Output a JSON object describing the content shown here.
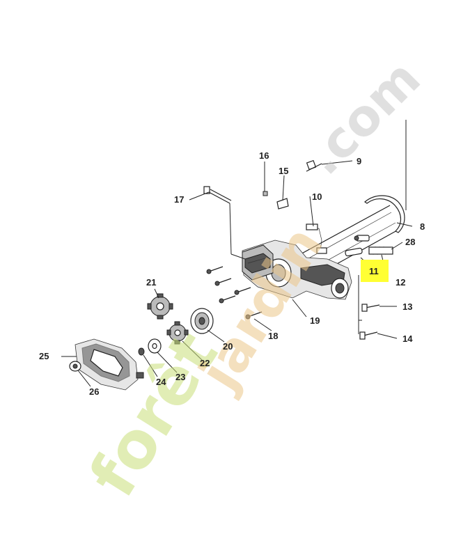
{
  "diagram": {
    "callouts": [
      {
        "id": "8",
        "label": "8",
        "highlight": false
      },
      {
        "id": "9",
        "label": "9",
        "highlight": false
      },
      {
        "id": "10",
        "label": "10",
        "highlight": false
      },
      {
        "id": "11",
        "label": "11",
        "highlight": true
      },
      {
        "id": "12",
        "label": "12",
        "highlight": false
      },
      {
        "id": "13",
        "label": "13",
        "highlight": false
      },
      {
        "id": "14",
        "label": "14",
        "highlight": false
      },
      {
        "id": "15",
        "label": "15",
        "highlight": false
      },
      {
        "id": "16",
        "label": "16",
        "highlight": false
      },
      {
        "id": "17",
        "label": "17",
        "highlight": false
      },
      {
        "id": "18",
        "label": "18",
        "highlight": false
      },
      {
        "id": "19",
        "label": "19",
        "highlight": false
      },
      {
        "id": "20",
        "label": "20",
        "highlight": false
      },
      {
        "id": "21",
        "label": "21",
        "highlight": false
      },
      {
        "id": "22",
        "label": "22",
        "highlight": false
      },
      {
        "id": "23",
        "label": "23",
        "highlight": false
      },
      {
        "id": "24",
        "label": "24",
        "highlight": false
      },
      {
        "id": "25",
        "label": "25",
        "highlight": false
      },
      {
        "id": "26",
        "label": "26",
        "highlight": false
      },
      {
        "id": "28",
        "label": "28",
        "highlight": false
      }
    ],
    "highlight_color": "#ffff33",
    "watermark": {
      "text_1": "forêt",
      "text_2": "jardin",
      "text_3": ".com",
      "color_1": "#c9e07a",
      "color_2": "#ecc78a",
      "color_3": "#c8c8c8"
    }
  }
}
